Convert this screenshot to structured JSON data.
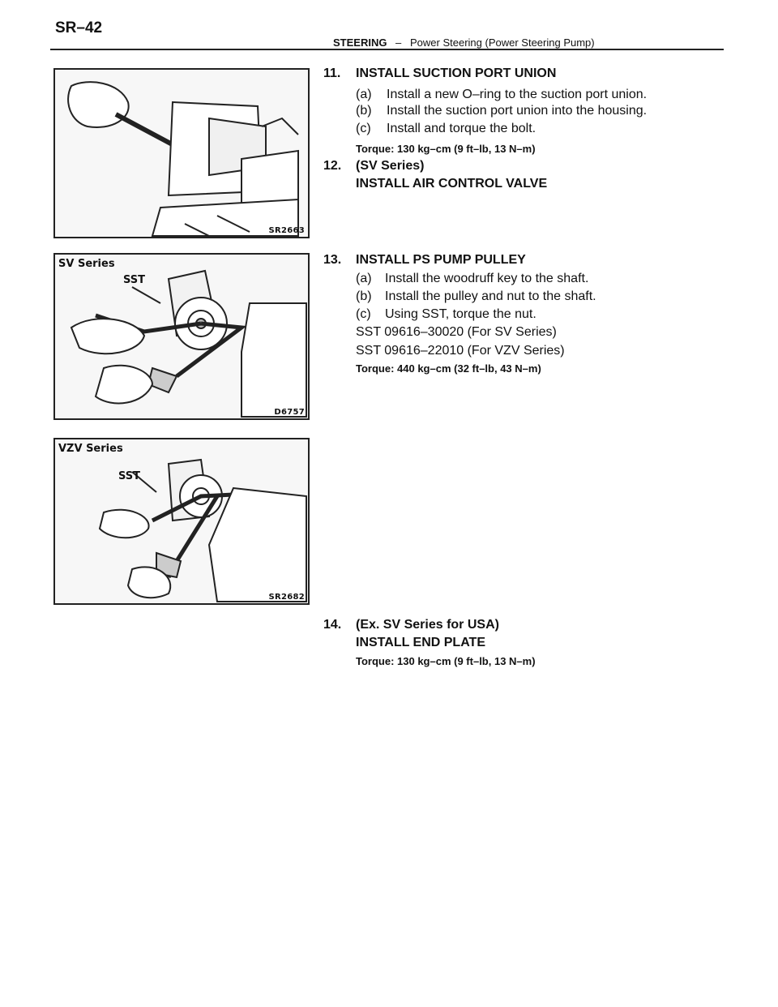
{
  "header": {
    "page_number": "SR–42",
    "section": "STEERING",
    "separator": "–",
    "subject": "Power Steering (Power Steering Pump)"
  },
  "figures": [
    {
      "code": "SR2663"
    },
    {
      "title": "SV Series",
      "tool_label": "SST",
      "code": "D6757"
    },
    {
      "title": "VZV Series",
      "tool_label": "SST",
      "code": "SR2682"
    }
  ],
  "steps": {
    "s11": {
      "number": "11.",
      "title": "INSTALL SUCTION PORT UNION",
      "items": [
        {
          "letter": "(a)",
          "text": "Install a new O–ring to the suction port union."
        },
        {
          "letter": "(b)",
          "text": "Install the suction port union into the housing."
        },
        {
          "letter": "(c)",
          "text": "Install and torque the bolt."
        }
      ],
      "torque": "Torque: 130 kg–cm (9 ft–lb, 13 N–m)"
    },
    "s12": {
      "number": "12.",
      "title_line1": "(SV Series)",
      "title_line2": "INSTALL AIR CONTROL VALVE"
    },
    "s13": {
      "number": "13.",
      "title": "INSTALL PS PUMP PULLEY",
      "items": [
        {
          "letter": "(a)",
          "text": "Install the woodruff key to the shaft."
        },
        {
          "letter": "(b)",
          "text": "Install the pulley and nut to the shaft."
        },
        {
          "letter": "(c)",
          "text": "Using SST, torque the nut."
        }
      ],
      "sst": [
        "SST 09616–30020 (For SV Series)",
        "SST 09616–22010 (For VZV Series)"
      ],
      "torque": "Torque: 440 kg–cm (32 ft–lb, 43 N–m)"
    },
    "s14": {
      "number": "14.",
      "title_line1": "(Ex. SV Series for USA)",
      "title_line2": "INSTALL END PLATE",
      "torque": "Torque: 130 kg–cm (9 ft–lb, 13 N–m)"
    }
  }
}
